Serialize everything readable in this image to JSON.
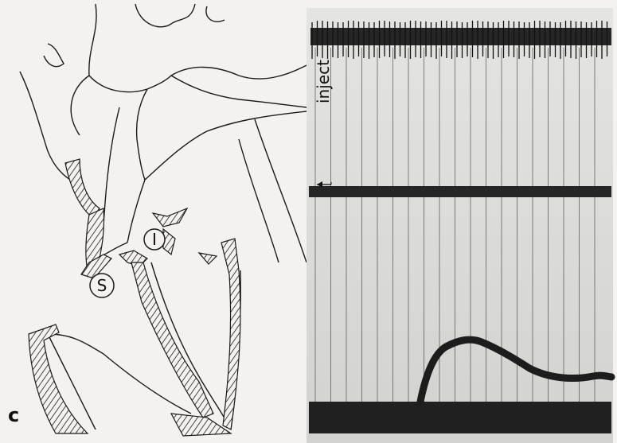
{
  "panel_label": "c",
  "recording": {
    "annotation": "inject"
  },
  "diagram": {
    "labels": {
      "superior": "S",
      "inferior": "I"
    }
  },
  "colors": {
    "paper": "#f3f2ef",
    "ink": "#1a1a1a",
    "trace_background": "#dcdcdc"
  }
}
